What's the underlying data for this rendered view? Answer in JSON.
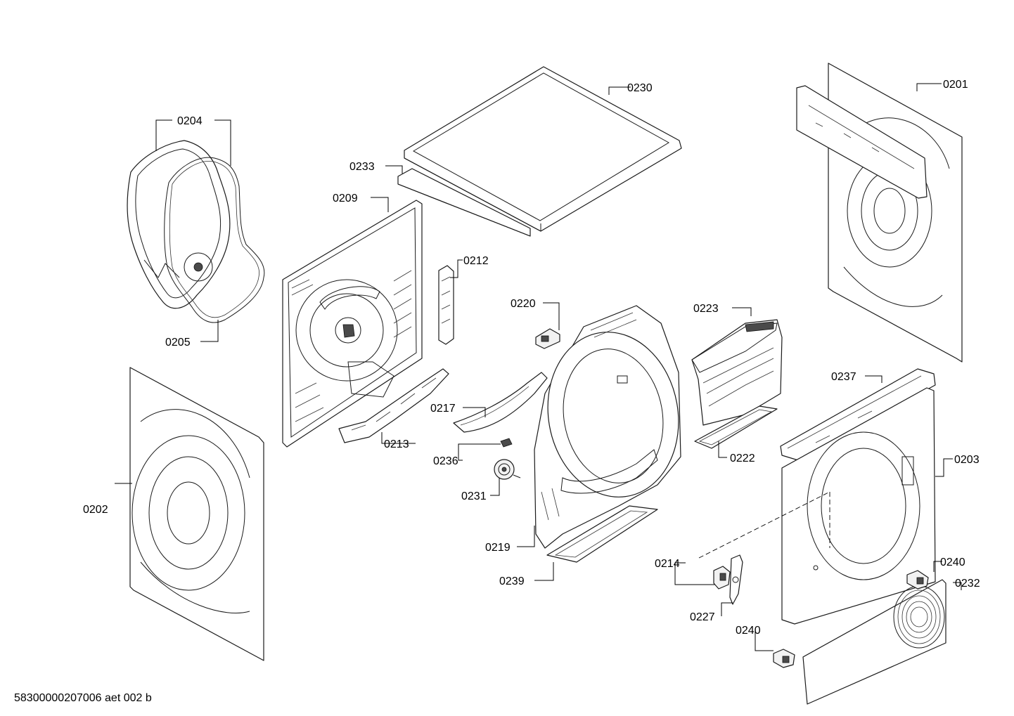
{
  "diagram": {
    "parts": {
      "p0201": "0201",
      "p0202": "0202",
      "p0203": "0203",
      "p0204": "0204",
      "p0205": "0205",
      "p0209": "0209",
      "p0212": "0212",
      "p0213": "0213",
      "p0214": "0214",
      "p0217": "0217",
      "p0219": "0219",
      "p0220": "0220",
      "p0222": "0222",
      "p0223": "0223",
      "p0227": "0227",
      "p0230": "0230",
      "p0231": "0231",
      "p0232": "0232",
      "p0233": "0233",
      "p0236": "0236",
      "p0237": "0237",
      "p0239": "0239",
      "p0240a": "0240",
      "p0240b": "0240"
    },
    "footer": "58300000207006 aet 002 b"
  }
}
